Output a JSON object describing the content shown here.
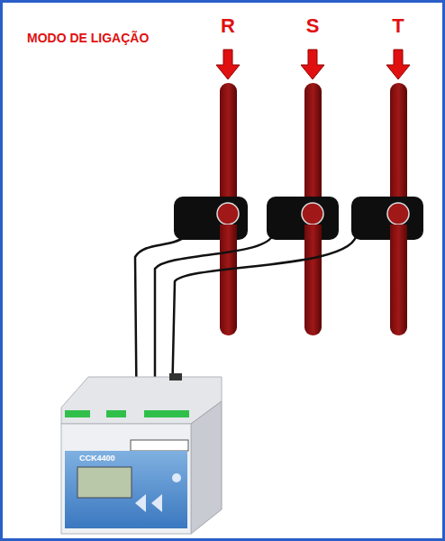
{
  "diagram": {
    "title": "MODO DE LIGAÇÃO",
    "labels": [
      "R",
      "S",
      "T",
      "CCK4400"
    ]
  }
}
